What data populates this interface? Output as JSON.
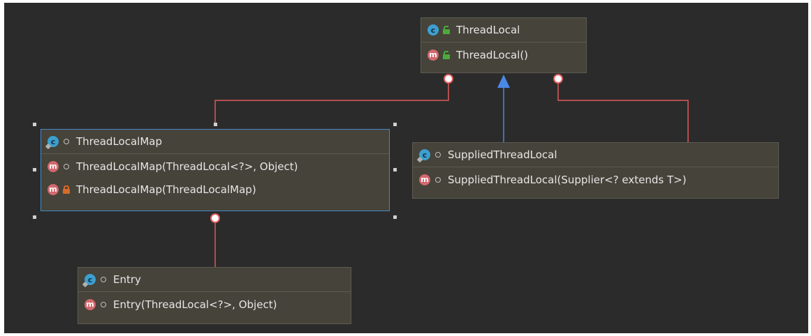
{
  "colors": {
    "background": "#2b2b2b",
    "node_fill": "#45433a",
    "node_border": "#5d5b52",
    "selection": "#4a88c7",
    "inner_class_link": "#e05a5a",
    "inheritance_link": "#4a88e6",
    "text": "#e6e6e6"
  },
  "nodes": {
    "thread_local": {
      "name": "ThreadLocal",
      "icon": "class-icon",
      "visibility": "public",
      "methods": [
        {
          "signature": "ThreadLocal()",
          "icon": "method-icon",
          "visibility": "public"
        }
      ]
    },
    "thread_local_map": {
      "name": "ThreadLocalMap",
      "icon": "nested-class-icon",
      "visibility": "package-private",
      "selected": true,
      "methods": [
        {
          "signature": "ThreadLocalMap(ThreadLocal<?>, Object)",
          "icon": "method-icon",
          "visibility": "package-private"
        },
        {
          "signature": "ThreadLocalMap(ThreadLocalMap)",
          "icon": "method-icon",
          "visibility": "private"
        }
      ]
    },
    "supplied_thread_local": {
      "name": "SuppliedThreadLocal",
      "icon": "nested-class-icon",
      "visibility": "package-private",
      "methods": [
        {
          "signature": "SuppliedThreadLocal(Supplier<? extends T>)",
          "icon": "method-icon",
          "visibility": "package-private"
        }
      ]
    },
    "entry": {
      "name": "Entry",
      "icon": "nested-class-icon",
      "visibility": "package-private",
      "methods": [
        {
          "signature": "Entry(ThreadLocal<?>, Object)",
          "icon": "method-icon",
          "visibility": "package-private"
        }
      ]
    }
  },
  "edges": [
    {
      "from": "thread_local",
      "to": "thread_local_map",
      "kind": "inner-class"
    },
    {
      "from": "thread_local",
      "to": "supplied_thread_local",
      "kind": "inheritance"
    },
    {
      "from": "thread_local",
      "to": "supplied_thread_local",
      "kind": "inner-class"
    },
    {
      "from": "thread_local_map",
      "to": "entry",
      "kind": "inner-class"
    }
  ],
  "icon_glyphs": {
    "class": "c",
    "method": "m"
  }
}
